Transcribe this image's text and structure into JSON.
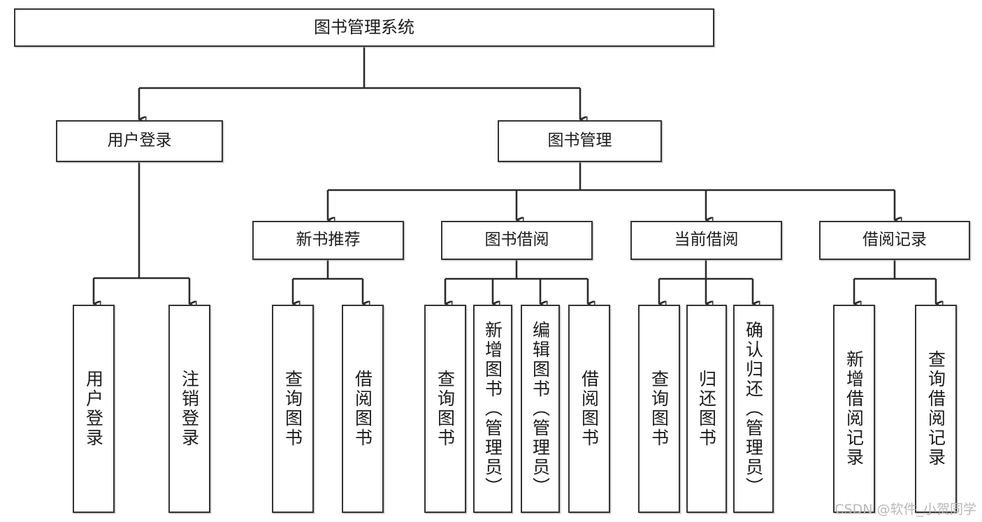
{
  "diagram": {
    "title": "图书管理系统",
    "type": "tree-hierarchy-chart",
    "watermark": "CSDN @软件_小贺同学",
    "colors": {
      "box_border": "#333333",
      "box_fill": "#ffffff",
      "connector": "#2b2b2b",
      "text": "#1c1c1c",
      "watermark": "#b8b8b8",
      "background": "#ffffff"
    },
    "root": {
      "label": "图书管理系统"
    },
    "level2": [
      {
        "id": "user-login",
        "label": "用户登录"
      },
      {
        "id": "book-management",
        "label": "图书管理"
      }
    ],
    "level3": [
      {
        "id": "new-book-recommend",
        "label": "新书推荐"
      },
      {
        "id": "book-borrow",
        "label": "图书借阅"
      },
      {
        "id": "current-borrow",
        "label": "当前借阅"
      },
      {
        "id": "borrow-record",
        "label": "借阅记录"
      }
    ],
    "leaves": {
      "user_login": [
        {
          "id": "leaf-user-login",
          "label": "用户登录"
        },
        {
          "id": "leaf-logout-login",
          "label": "注销登录"
        }
      ],
      "new_book_recommend": [
        {
          "id": "leaf-query-book-1",
          "label": "查询图书"
        },
        {
          "id": "leaf-borrow-book-1",
          "label": "借阅图书"
        }
      ],
      "book_borrow": [
        {
          "id": "leaf-query-book-2",
          "label": "查询图书"
        },
        {
          "id": "leaf-add-book",
          "label": "新增图书（管理员）"
        },
        {
          "id": "leaf-edit-book",
          "label": "编辑图书（管理员）"
        },
        {
          "id": "leaf-borrow-book-2",
          "label": "借阅图书"
        }
      ],
      "current_borrow": [
        {
          "id": "leaf-query-book-3",
          "label": "查询图书"
        },
        {
          "id": "leaf-return-book",
          "label": "归还图书"
        },
        {
          "id": "leaf-confirm-return",
          "label": "确认归还（管理员）"
        }
      ],
      "borrow_record": [
        {
          "id": "leaf-add-record",
          "label": "新增借阅记录"
        },
        {
          "id": "leaf-query-record",
          "label": "查询借阅记录"
        }
      ]
    }
  }
}
